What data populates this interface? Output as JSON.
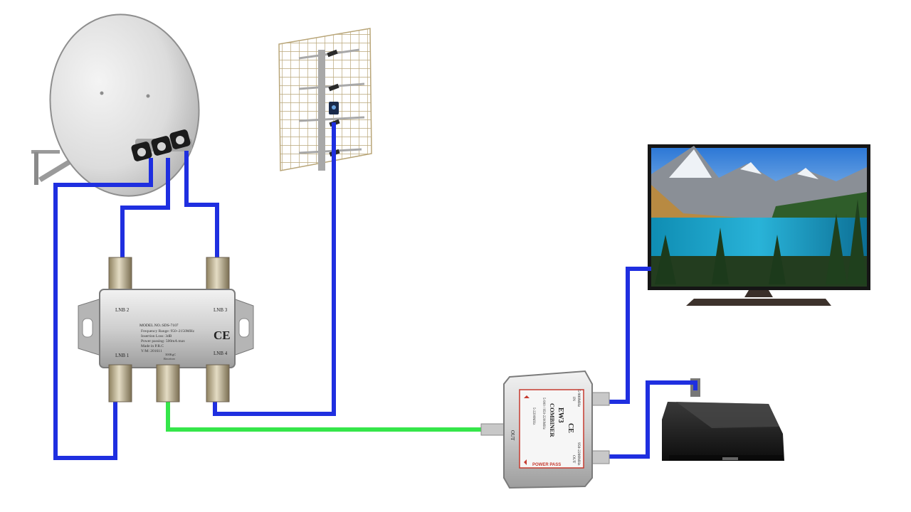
{
  "diseqc": {
    "model": "MODEL NO.:SDS-7107",
    "port_lnb1": "LNB 1",
    "port_lnb2": "LNB 2",
    "port_lnb3": "LNB 3",
    "port_lnb4": "LNB 4",
    "spec_freq": "Frequency Range: 950~2150MHz",
    "spec_loss": "Insertion Loss: 3dB",
    "spec_power": "Power passing: 500mA max",
    "spec_made": "Made in P.R.C",
    "spec_ym": "Y/M: 201611",
    "receiver_freq": "300KgC",
    "receiver_label": "Receiver",
    "ce_mark": "CE"
  },
  "combiner": {
    "brand": "EW3",
    "name": "COMBINER",
    "freq_a": "5-900 / 950-2200MHz",
    "freq_b": "5-2200MHz",
    "port_out_left": "OUT",
    "port_out_right": "OUT",
    "port_in": "IN",
    "power_pass": "POWER PASS",
    "freq_in_top": "5-900MHz",
    "freq_in_bottom": "950-2200MHz",
    "ce_mark": "CE"
  },
  "colors": {
    "coax_blue": "#1f2fe0",
    "coax_green": "#35e64a",
    "background": "#ffffff"
  }
}
